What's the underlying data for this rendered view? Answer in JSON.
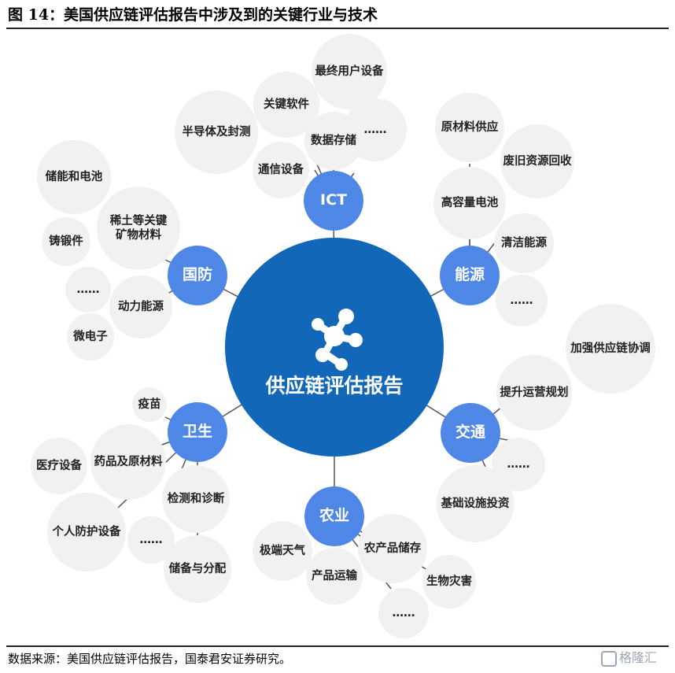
{
  "header": {
    "title": "图 14：美国供应链评估报告中涉及到的关键行业与技术"
  },
  "center": {
    "label": "供应链评估报告",
    "icon": "molecule-icon"
  },
  "colors": {
    "center": "#1267b8",
    "hub": "#4f87e6",
    "leaf": "#f1f1f1",
    "line": "#555555"
  },
  "hubs": [
    {
      "id": "ict",
      "label": "ICT"
    },
    {
      "id": "energy",
      "label": "能源"
    },
    {
      "id": "transport",
      "label": "交通"
    },
    {
      "id": "agriculture",
      "label": "农业"
    },
    {
      "id": "health",
      "label": "卫生"
    },
    {
      "id": "defense",
      "label": "国防"
    }
  ],
  "leaves": {
    "ict": [
      "最终用户设备",
      "关键软件",
      "半导体及封测",
      "数据存储",
      "……",
      "通信设备"
    ],
    "energy": [
      "原材料供应",
      "废旧资源回收",
      "高容量电池",
      "清洁能源",
      "……"
    ],
    "transport": [
      "加强供应链协调",
      "提升运营规划",
      "……",
      "基础设施投资"
    ],
    "agriculture": [
      "极端天气",
      "农产品储存",
      "产品运输",
      "生物灾害",
      "……"
    ],
    "health": [
      "疫苗",
      "医疗设备",
      "药品及原材料",
      "检测和诊断",
      "个人防护设备",
      "……",
      "储备与分配"
    ],
    "defense": [
      "储能和电池",
      "稀土等关键\n矿物材料",
      "铸锻件",
      "……",
      "动力能源",
      "微电子"
    ]
  },
  "footer": {
    "source": "数据来源：美国供应链评估报告，国泰君安证券研究。"
  },
  "watermark": {
    "text": "格隆汇"
  }
}
